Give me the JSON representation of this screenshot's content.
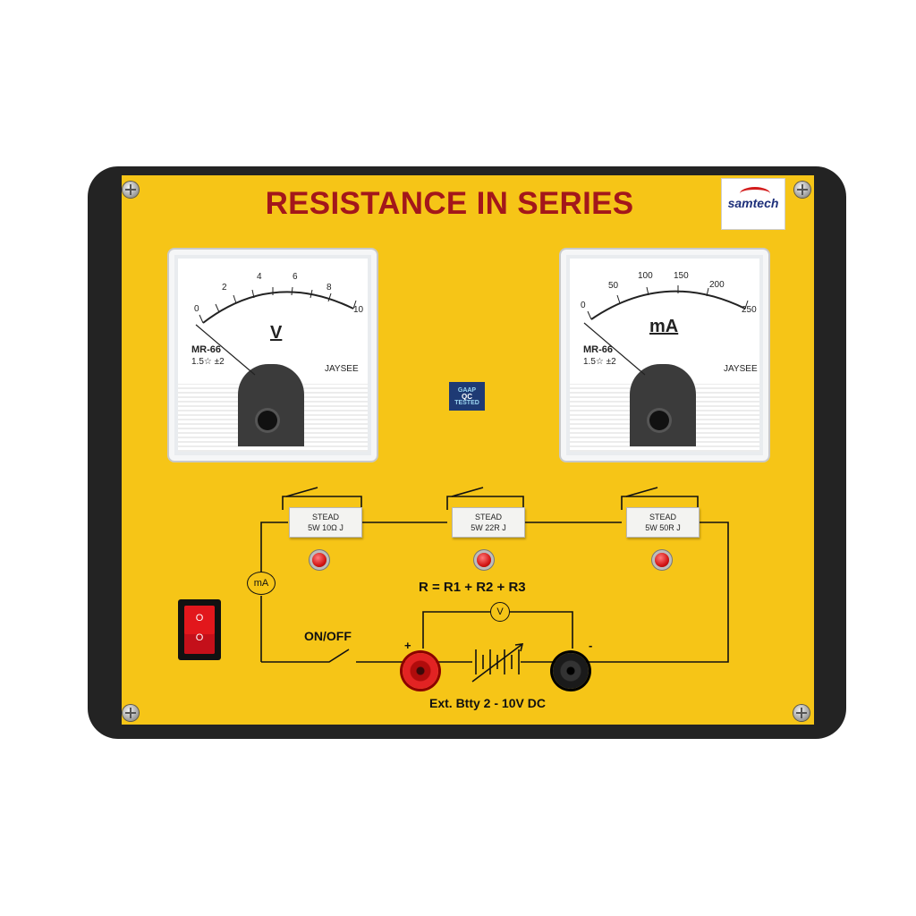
{
  "board": {
    "title": "RESISTANCE IN SERIES",
    "brand_logo": "samtech",
    "colors": {
      "panel": "#f6c517",
      "frame": "#232323",
      "title": "#a3171b"
    },
    "qc_sticker": [
      "GAAP",
      "QC",
      "TESTED"
    ]
  },
  "voltmeter": {
    "unit": "V",
    "scale_labels": [
      "0",
      "2",
      "4",
      "6",
      "8",
      "10"
    ],
    "model": "MR-66",
    "class": "1.5☆ ±2",
    "maker": "JAYSEE"
  },
  "ammeter": {
    "unit": "mA",
    "scale_labels": [
      "0",
      "50",
      "100",
      "150",
      "200",
      "250"
    ],
    "model": "MR-66",
    "class": "1.5☆ ±2",
    "maker": "JAYSEE"
  },
  "resistors": [
    {
      "brand": "STEAD",
      "rating": "5W 10Ω J"
    },
    {
      "brand": "STEAD",
      "rating": "5W 22R J"
    },
    {
      "brand": "STEAD",
      "rating": "5W 50R J"
    }
  ],
  "circuit": {
    "formula": "R = R1 + R2 + R3",
    "ammeter_symbol": "mA",
    "voltmeter_symbol": "V",
    "switch_label": "ON/OFF",
    "battery_label": "Ext. Btty 2 - 10V DC",
    "plus": "+",
    "minus": "-"
  },
  "power_switch": {
    "top": "O",
    "bottom": "O"
  }
}
